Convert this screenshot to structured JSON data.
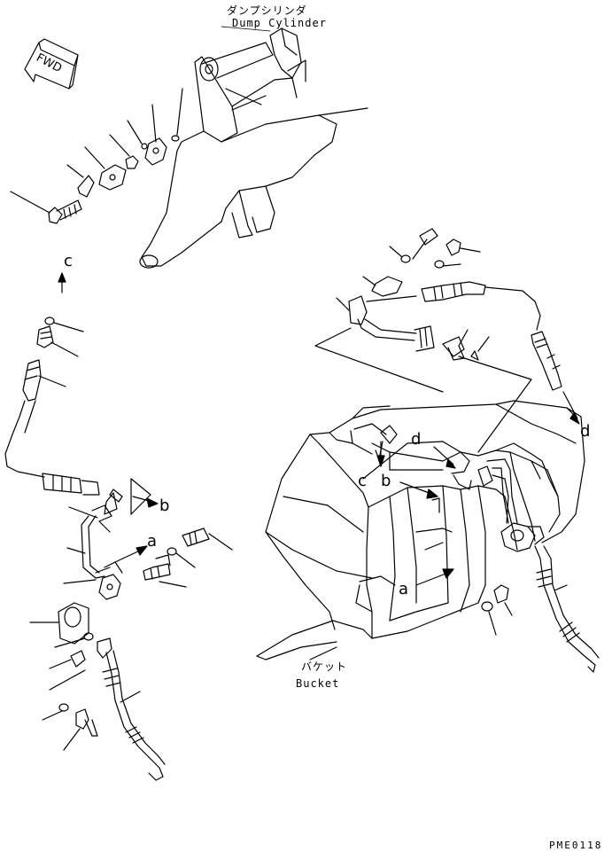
{
  "labels": {
    "dump_cylinder_jp": "ダンプシリンダ",
    "dump_cylinder_en": "Dump Cylinder",
    "bucket_jp": "バケット",
    "bucket_en": "Bucket",
    "fwd": "FWD",
    "drawing_code": "PME0118"
  },
  "callouts": {
    "a1": "a",
    "a2": "a",
    "b1": "b",
    "b2": "b",
    "c1": "c",
    "c2": "c",
    "d1": "d",
    "d2": "d"
  },
  "colors": {
    "line": "#000000",
    "background": "#ffffff"
  }
}
